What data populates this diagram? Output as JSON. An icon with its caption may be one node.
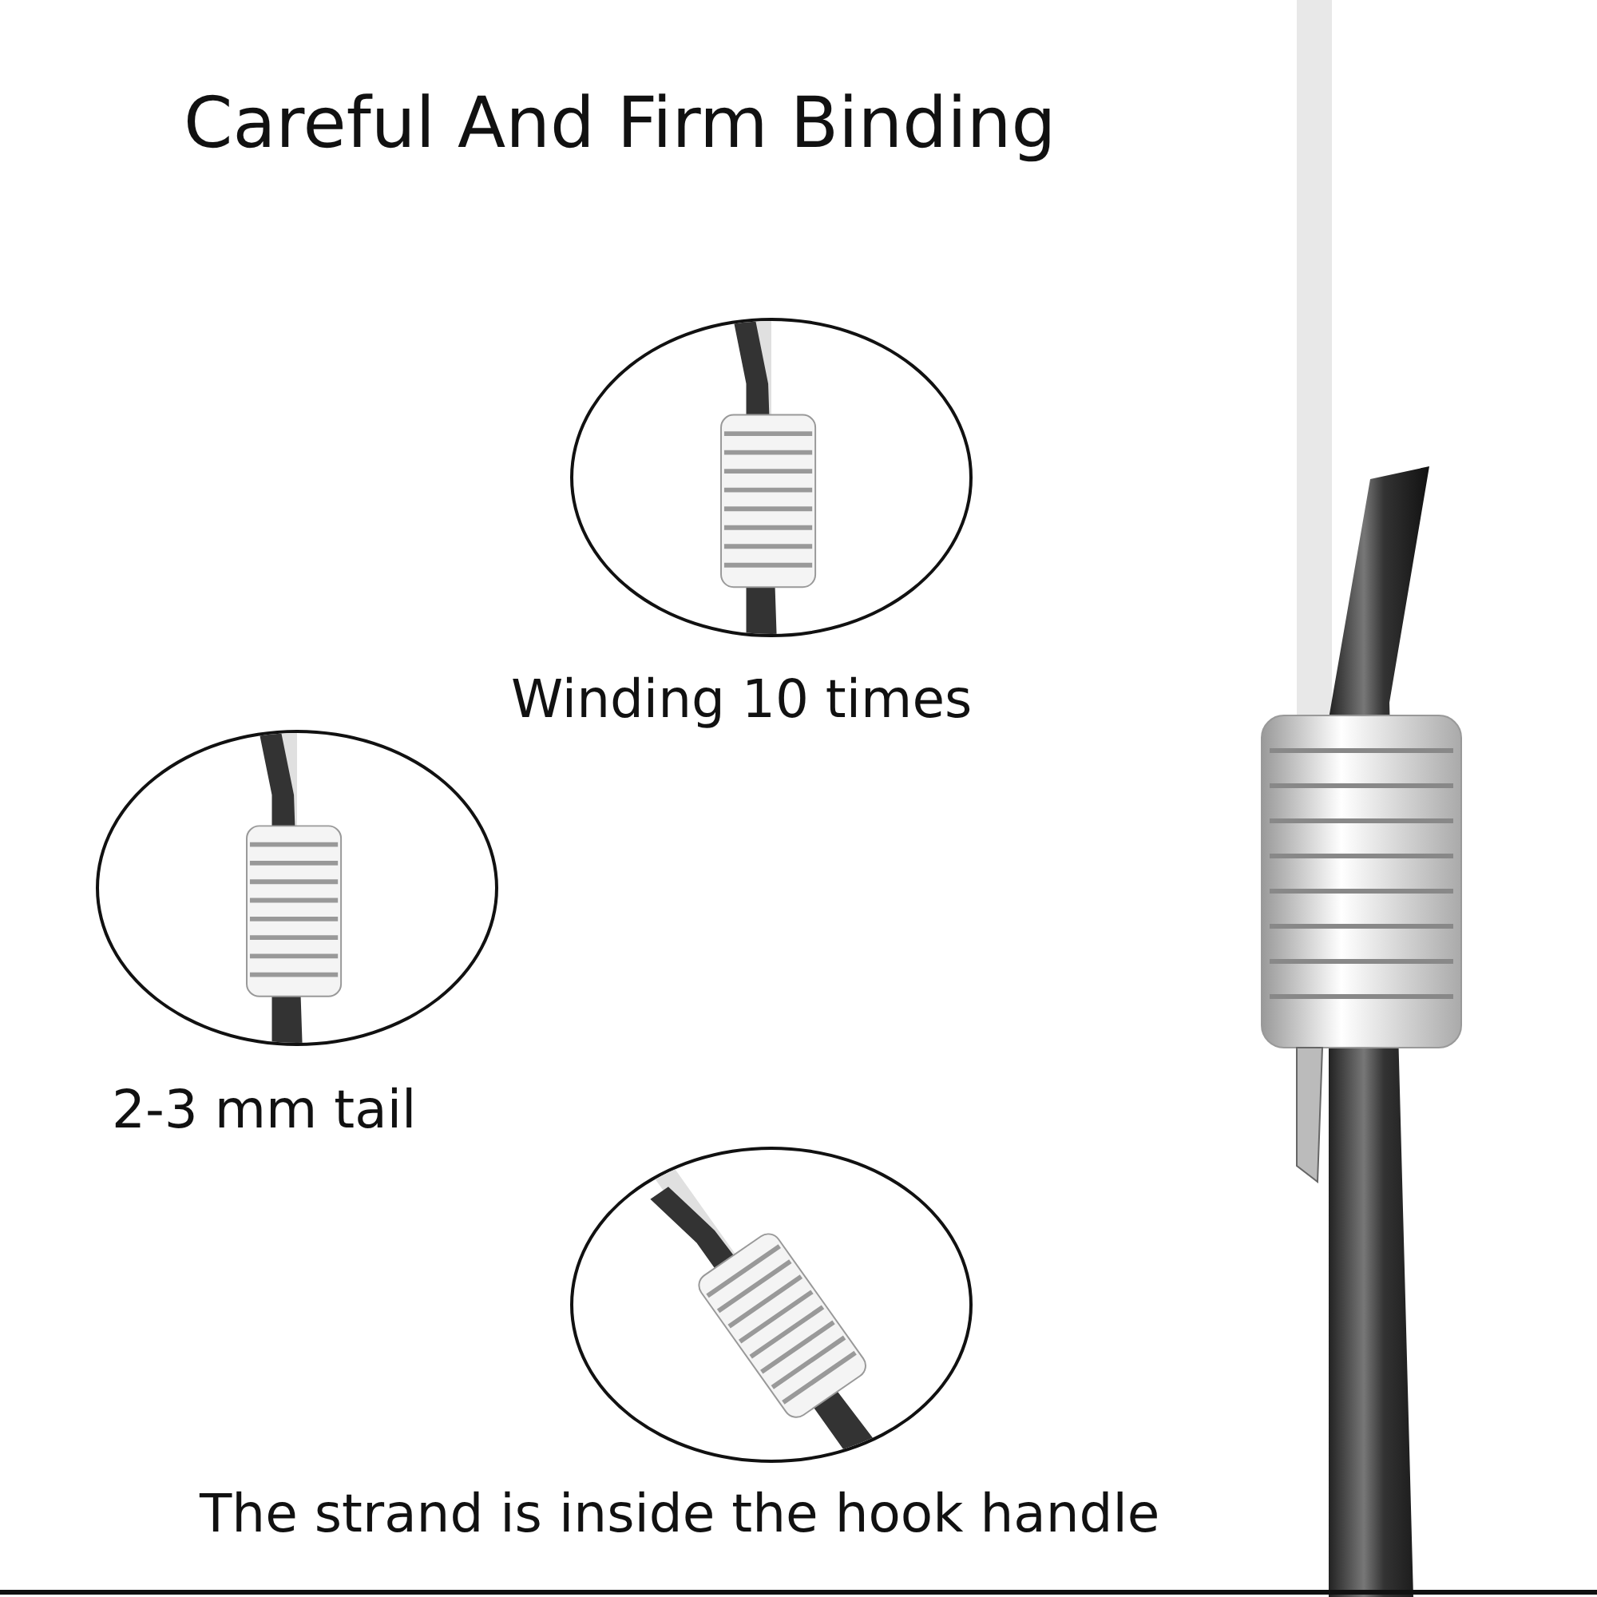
{
  "diagram": {
    "title": "Careful And Firm Binding",
    "nodes": [
      {
        "text": [],
        "shape": "circle",
        "beside": [
          "Winding 10 times"
        ]
      },
      {
        "text": [],
        "shape": "circle",
        "beside": [
          "2-3 mm tail"
        ]
      },
      {
        "text": [],
        "shape": "circle",
        "beside": [
          "The strand is inside the hook handle"
        ]
      }
    ]
  }
}
